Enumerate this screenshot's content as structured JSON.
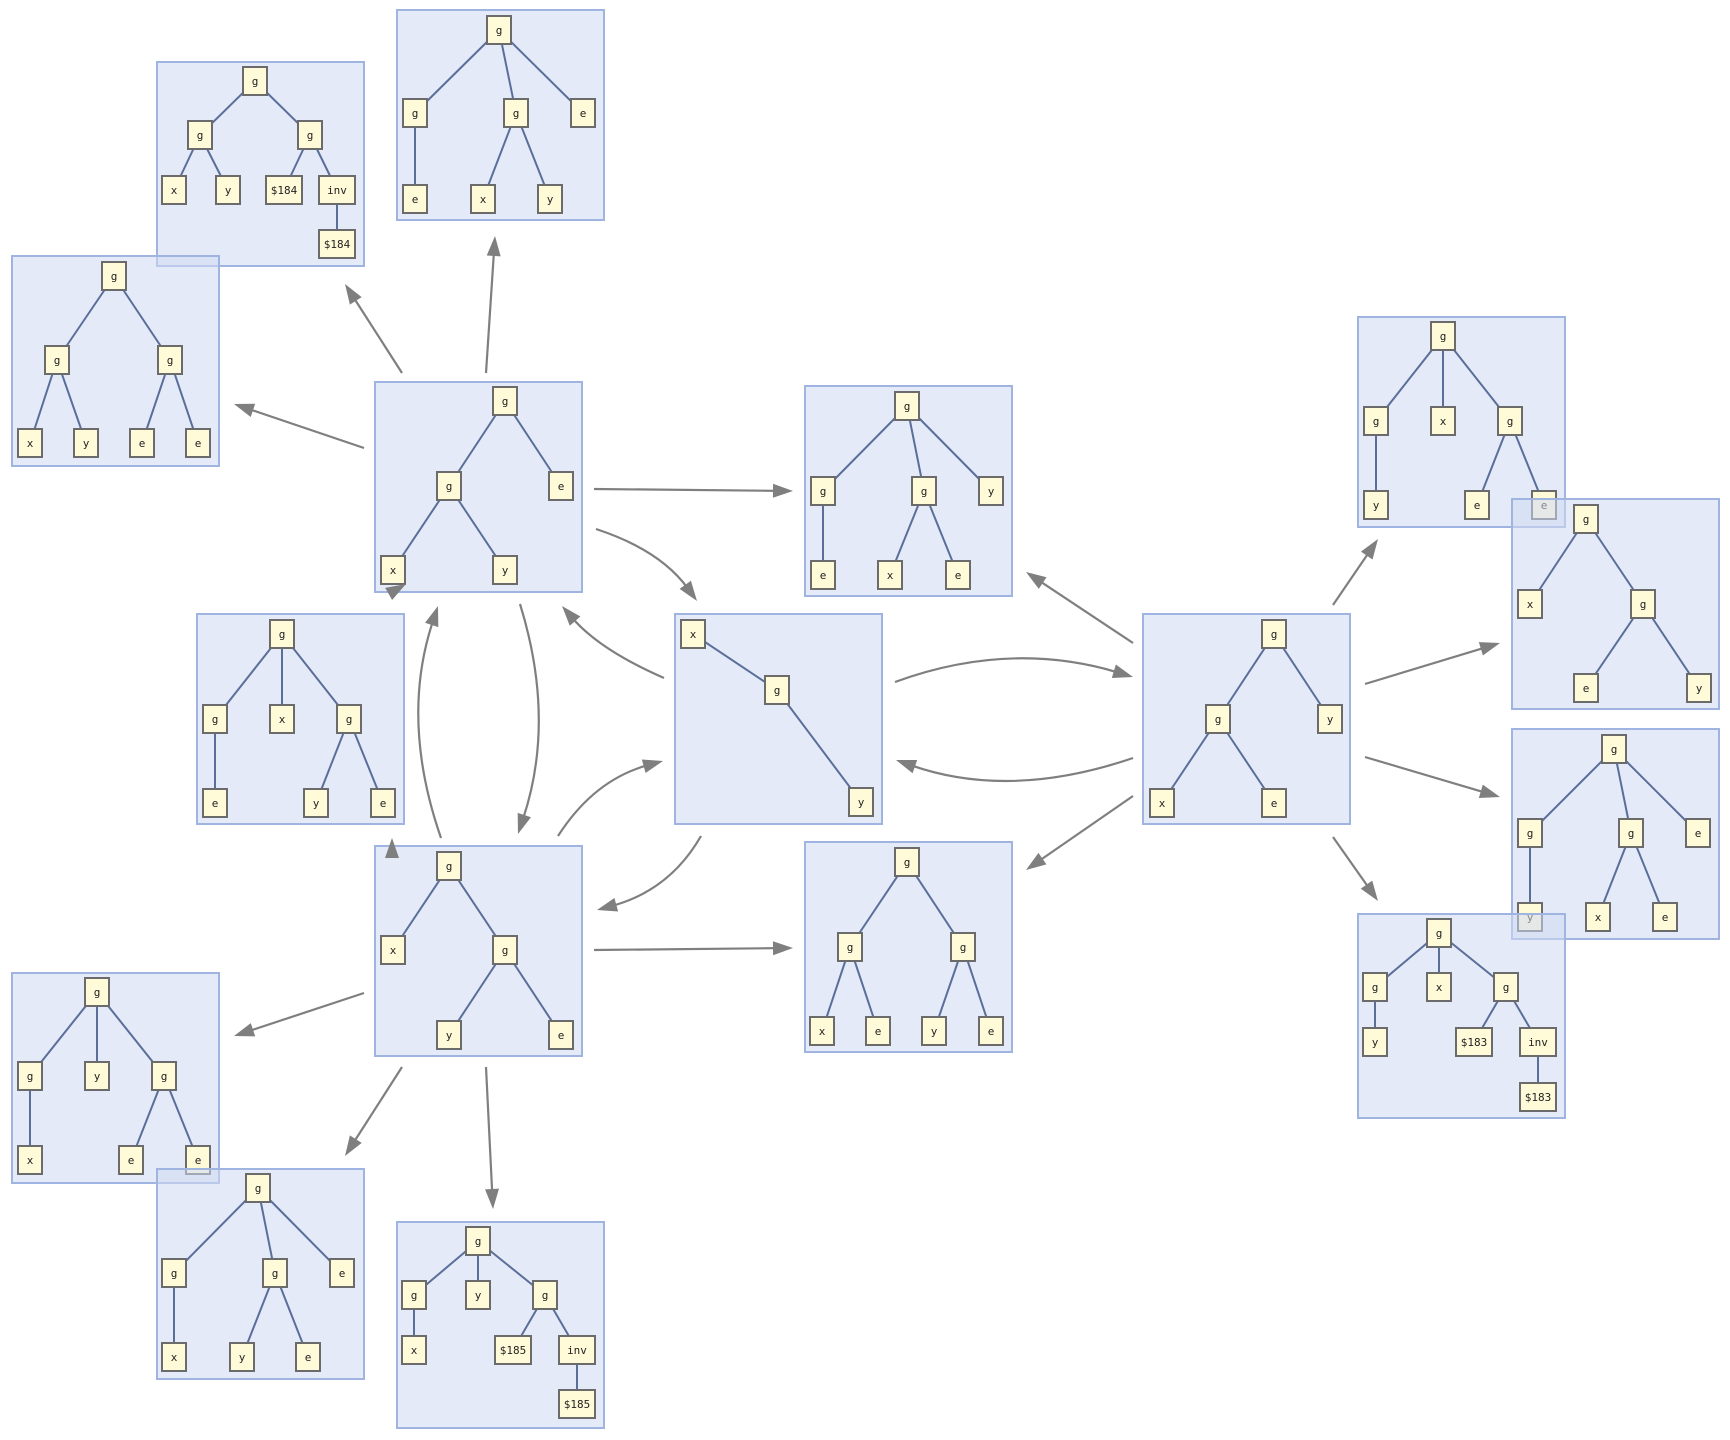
{
  "panels": [
    {
      "id": "P_ga",
      "nodes": [
        {
          "id": "r",
          "label": "g"
        },
        {
          "id": "a",
          "label": "g",
          "p": "r"
        },
        {
          "id": "b",
          "label": "g",
          "p": "r"
        },
        {
          "id": "c",
          "label": "x",
          "p": "a"
        },
        {
          "id": "d",
          "label": "y",
          "p": "a"
        },
        {
          "id": "e",
          "label": "$184",
          "p": "b"
        },
        {
          "id": "f",
          "label": "inv",
          "p": "b"
        },
        {
          "id": "h",
          "label": "$184",
          "p": "f"
        }
      ]
    },
    {
      "id": "P_gb",
      "nodes": [
        {
          "id": "r",
          "label": "g"
        },
        {
          "id": "a",
          "label": "g",
          "p": "r"
        },
        {
          "id": "b",
          "label": "g",
          "p": "r"
        },
        {
          "id": "c",
          "label": "e",
          "p": "r"
        },
        {
          "id": "d",
          "label": "e",
          "p": "a"
        },
        {
          "id": "e",
          "label": "x",
          "p": "b"
        },
        {
          "id": "f",
          "label": "y",
          "p": "b"
        }
      ]
    },
    {
      "id": "P_gc",
      "nodes": [
        {
          "id": "r",
          "label": "g"
        },
        {
          "id": "a",
          "label": "g",
          "p": "r"
        },
        {
          "id": "b",
          "label": "g",
          "p": "r"
        },
        {
          "id": "c",
          "label": "x",
          "p": "a"
        },
        {
          "id": "d",
          "label": "y",
          "p": "a"
        },
        {
          "id": "e",
          "label": "e",
          "p": "b"
        },
        {
          "id": "f",
          "label": "e",
          "p": "b"
        }
      ]
    },
    {
      "id": "P_top",
      "nodes": [
        {
          "id": "r",
          "label": "g"
        },
        {
          "id": "a",
          "label": "g",
          "p": "r"
        },
        {
          "id": "b",
          "label": "e",
          "p": "r"
        },
        {
          "id": "c",
          "label": "x",
          "p": "a"
        },
        {
          "id": "d",
          "label": "y",
          "p": "a"
        }
      ]
    },
    {
      "id": "P_ml",
      "nodes": [
        {
          "id": "r",
          "label": "g"
        },
        {
          "id": "a",
          "label": "g",
          "p": "r"
        },
        {
          "id": "b",
          "label": "x",
          "p": "r"
        },
        {
          "id": "c",
          "label": "g",
          "p": "r"
        },
        {
          "id": "d",
          "label": "e",
          "p": "a"
        },
        {
          "id": "e",
          "label": "y",
          "p": "c"
        },
        {
          "id": "f",
          "label": "e",
          "p": "c"
        }
      ]
    },
    {
      "id": "P_bot",
      "nodes": [
        {
          "id": "r",
          "label": "g"
        },
        {
          "id": "a",
          "label": "x",
          "p": "r"
        },
        {
          "id": "b",
          "label": "g",
          "p": "r"
        },
        {
          "id": "c",
          "label": "y",
          "p": "b"
        },
        {
          "id": "d",
          "label": "e",
          "p": "b"
        }
      ]
    },
    {
      "id": "P_gd",
      "nodes": [
        {
          "id": "r",
          "label": "g"
        },
        {
          "id": "a",
          "label": "g",
          "p": "r"
        },
        {
          "id": "b",
          "label": "y",
          "p": "r"
        },
        {
          "id": "c",
          "label": "g",
          "p": "r"
        },
        {
          "id": "d",
          "label": "x",
          "p": "a"
        },
        {
          "id": "e",
          "label": "e",
          "p": "c"
        },
        {
          "id": "f",
          "label": "e",
          "p": "c"
        }
      ]
    },
    {
      "id": "P_ge",
      "nodes": [
        {
          "id": "r",
          "label": "g"
        },
        {
          "id": "a",
          "label": "g",
          "p": "r"
        },
        {
          "id": "b",
          "label": "g",
          "p": "r"
        },
        {
          "id": "c",
          "label": "e",
          "p": "r"
        },
        {
          "id": "d",
          "label": "x",
          "p": "a"
        },
        {
          "id": "e",
          "label": "y",
          "p": "b"
        },
        {
          "id": "f",
          "label": "e",
          "p": "b"
        }
      ]
    },
    {
      "id": "P_gf",
      "nodes": [
        {
          "id": "r",
          "label": "g"
        },
        {
          "id": "a",
          "label": "g",
          "p": "r"
        },
        {
          "id": "b",
          "label": "y",
          "p": "r"
        },
        {
          "id": "c",
          "label": "g",
          "p": "r"
        },
        {
          "id": "d",
          "label": "x",
          "p": "a"
        },
        {
          "id": "e",
          "label": "$185",
          "p": "c"
        },
        {
          "id": "f",
          "label": "inv",
          "p": "c"
        },
        {
          "id": "h",
          "label": "$185",
          "p": "f"
        }
      ]
    },
    {
      "id": "P_cen",
      "nodes": [
        {
          "id": "r",
          "label": "x"
        },
        {
          "id": "a",
          "label": "g",
          "p": "r"
        },
        {
          "id": "b",
          "label": "y",
          "p": "a"
        }
      ]
    },
    {
      "id": "P_mt",
      "nodes": [
        {
          "id": "r",
          "label": "g"
        },
        {
          "id": "a",
          "label": "g",
          "p": "r"
        },
        {
          "id": "b",
          "label": "g",
          "p": "r"
        },
        {
          "id": "c",
          "label": "y",
          "p": "r"
        },
        {
          "id": "d",
          "label": "e",
          "p": "a"
        },
        {
          "id": "e",
          "label": "x",
          "p": "b"
        },
        {
          "id": "f",
          "label": "e",
          "p": "b"
        }
      ]
    },
    {
      "id": "P_mb",
      "nodes": [
        {
          "id": "r",
          "label": "g"
        },
        {
          "id": "a",
          "label": "g",
          "p": "r"
        },
        {
          "id": "b",
          "label": "g",
          "p": "r"
        },
        {
          "id": "c",
          "label": "x",
          "p": "a"
        },
        {
          "id": "d",
          "label": "e",
          "p": "a"
        },
        {
          "id": "e",
          "label": "y",
          "p": "b"
        },
        {
          "id": "f",
          "label": "e",
          "p": "b"
        }
      ]
    },
    {
      "id": "P_rc",
      "nodes": [
        {
          "id": "r",
          "label": "g"
        },
        {
          "id": "a",
          "label": "g",
          "p": "r"
        },
        {
          "id": "b",
          "label": "y",
          "p": "r"
        },
        {
          "id": "c",
          "label": "x",
          "p": "a"
        },
        {
          "id": "d",
          "label": "e",
          "p": "a"
        }
      ]
    },
    {
      "id": "P_ra",
      "nodes": [
        {
          "id": "r",
          "label": "g"
        },
        {
          "id": "a",
          "label": "g",
          "p": "r"
        },
        {
          "id": "b",
          "label": "x",
          "p": "r"
        },
        {
          "id": "c",
          "label": "g",
          "p": "r"
        },
        {
          "id": "d",
          "label": "y",
          "p": "a"
        },
        {
          "id": "e",
          "label": "e",
          "p": "c"
        },
        {
          "id": "f",
          "label": "e",
          "p": "c"
        }
      ]
    },
    {
      "id": "P_rb",
      "nodes": [
        {
          "id": "r",
          "label": "g"
        },
        {
          "id": "a",
          "label": "x",
          "p": "r"
        },
        {
          "id": "b",
          "label": "g",
          "p": "r"
        },
        {
          "id": "c",
          "label": "e",
          "p": "b"
        },
        {
          "id": "d",
          "label": "y",
          "p": "b"
        }
      ]
    },
    {
      "id": "P_rc2",
      "nodes": [
        {
          "id": "r",
          "label": "g"
        },
        {
          "id": "a",
          "label": "g",
          "p": "r"
        },
        {
          "id": "b",
          "label": "g",
          "p": "r"
        },
        {
          "id": "c",
          "label": "e",
          "p": "r"
        },
        {
          "id": "d",
          "label": "y",
          "p": "a"
        },
        {
          "id": "e",
          "label": "x",
          "p": "b"
        },
        {
          "id": "f",
          "label": "e",
          "p": "b"
        }
      ]
    },
    {
      "id": "P_rd",
      "nodes": [
        {
          "id": "r",
          "label": "g"
        },
        {
          "id": "a",
          "label": "g",
          "p": "r"
        },
        {
          "id": "b",
          "label": "x",
          "p": "r"
        },
        {
          "id": "c",
          "label": "g",
          "p": "r"
        },
        {
          "id": "d",
          "label": "y",
          "p": "a"
        },
        {
          "id": "e",
          "label": "$183",
          "p": "c"
        },
        {
          "id": "f",
          "label": "inv",
          "p": "c"
        },
        {
          "id": "h",
          "label": "$183",
          "p": "f"
        }
      ]
    }
  ],
  "arrows": [
    {
      "from": "P_top",
      "to": "P_ga"
    },
    {
      "from": "P_top",
      "to": "P_gb"
    },
    {
      "from": "P_top",
      "to": "P_gc"
    },
    {
      "from": "P_top",
      "to": "P_mt"
    },
    {
      "from": "P_top",
      "to": "P_cen"
    },
    {
      "from": "P_top",
      "to": "P_bot"
    },
    {
      "from": "P_top",
      "to": "P_ml"
    },
    {
      "from": "P_bot",
      "to": "P_top"
    },
    {
      "from": "P_bot",
      "to": "P_ml"
    },
    {
      "from": "P_bot",
      "to": "P_cen"
    },
    {
      "from": "P_bot",
      "to": "P_mb"
    },
    {
      "from": "P_bot",
      "to": "P_gd"
    },
    {
      "from": "P_bot",
      "to": "P_ge"
    },
    {
      "from": "P_bot",
      "to": "P_gf"
    },
    {
      "from": "P_cen",
      "to": "P_top"
    },
    {
      "from": "P_cen",
      "to": "P_bot"
    },
    {
      "from": "P_cen",
      "to": "P_rc"
    },
    {
      "from": "P_rc",
      "to": "P_cen"
    },
    {
      "from": "P_rc",
      "to": "P_mt"
    },
    {
      "from": "P_rc",
      "to": "P_mb"
    },
    {
      "from": "P_rc",
      "to": "P_ra"
    },
    {
      "from": "P_rc",
      "to": "P_rb"
    },
    {
      "from": "P_rc",
      "to": "P_rc2"
    },
    {
      "from": "P_rc",
      "to": "P_rd"
    }
  ]
}
